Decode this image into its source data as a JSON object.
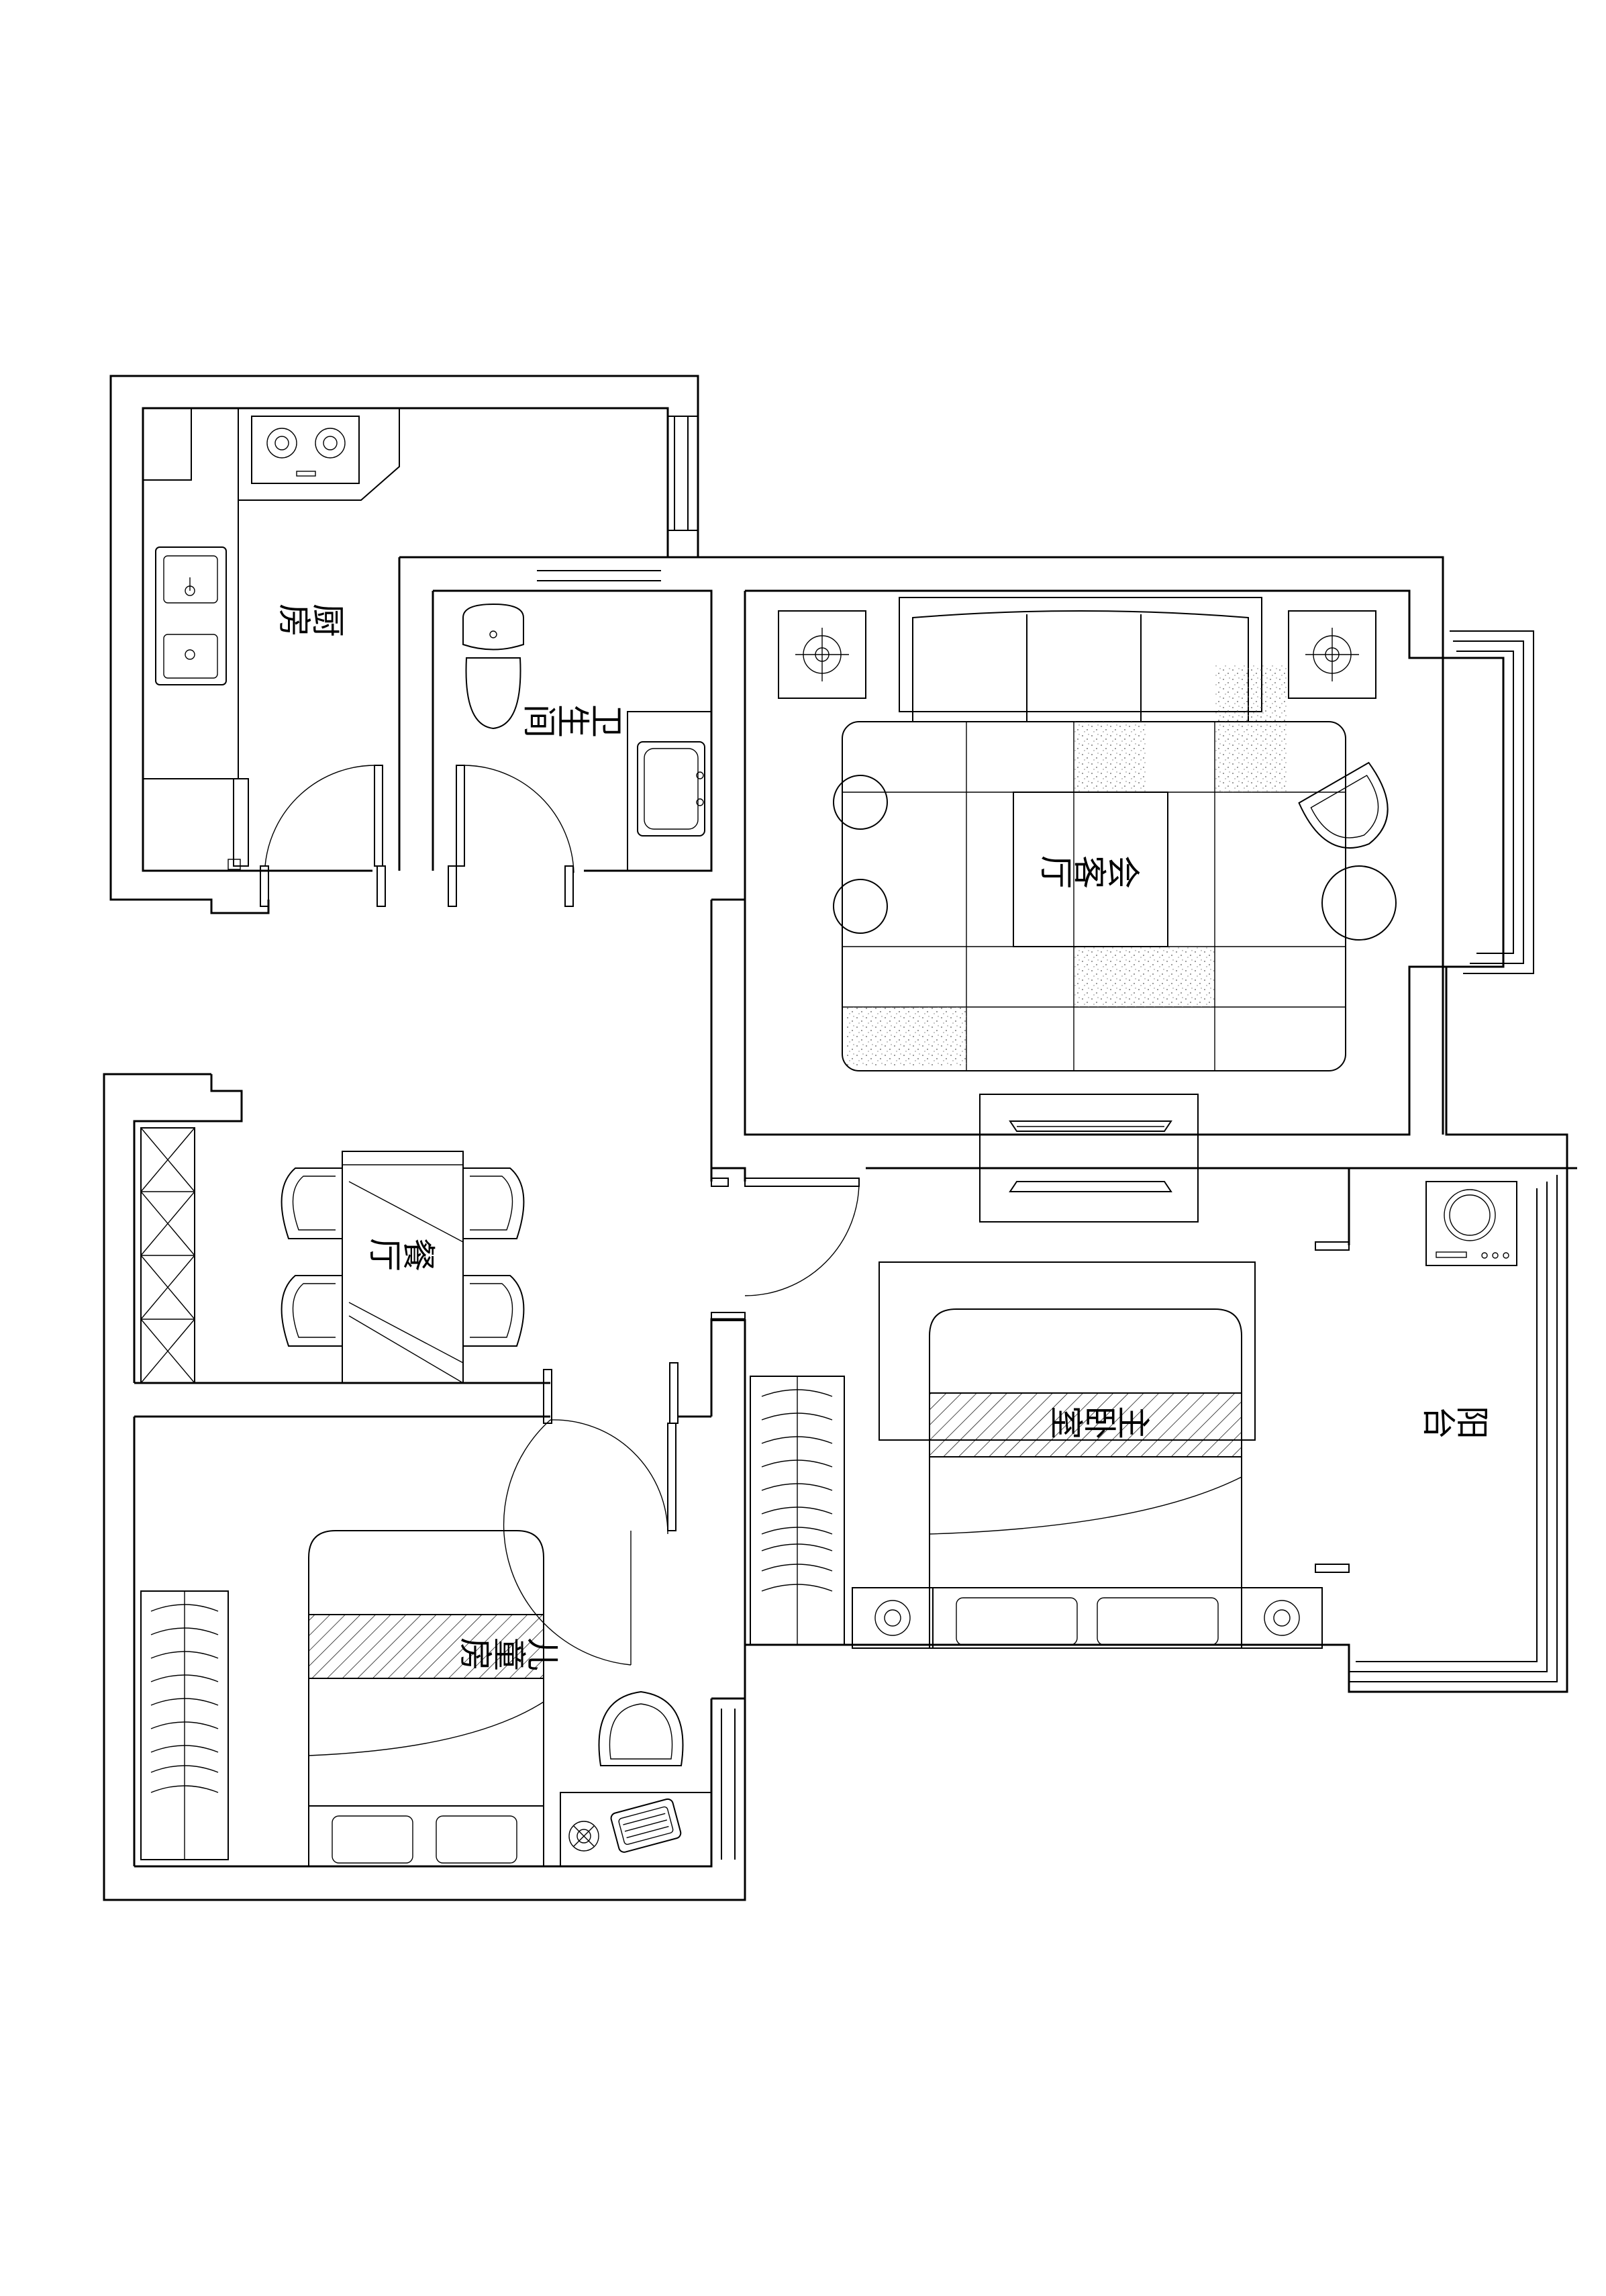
{
  "rooms": {
    "kitchen": "厨房",
    "bathroom": "卫生间",
    "living_room": "会客厅",
    "dining_room": "餐厅",
    "master_bedroom": "主卧室",
    "balcony": "阳台",
    "children_room": "儿童房"
  }
}
